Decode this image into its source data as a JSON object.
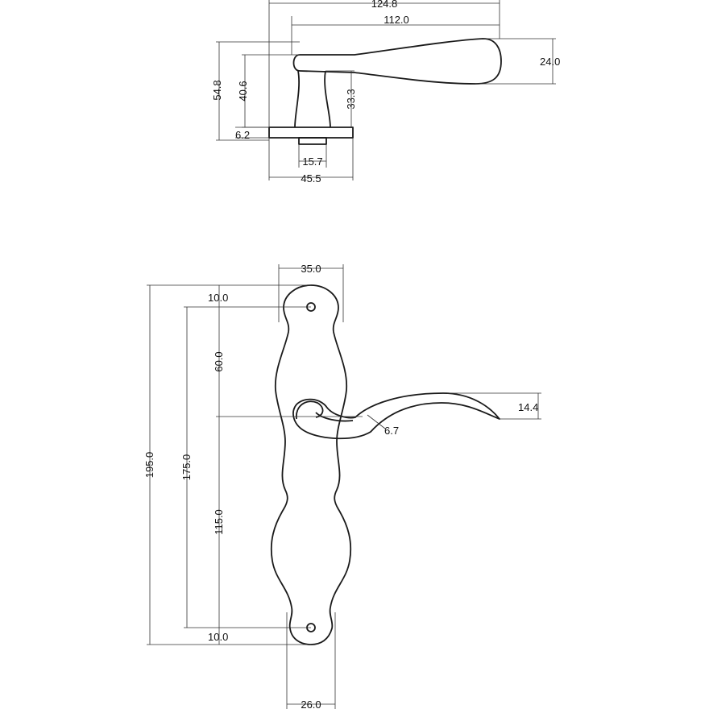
{
  "drawing": {
    "top_view": {
      "dimensions": {
        "overall_length": "124.8",
        "lever_length": "112.0",
        "lever_tip_height": "24.0",
        "total_height": "54.8",
        "lever_height": "40.6",
        "neck_height": "33.3",
        "rose_thickness": "6.2",
        "spindle_width": "15.7",
        "rose_width": "45.5"
      }
    },
    "front_view": {
      "dimensions": {
        "plate_top_width": "35.0",
        "top_hole_offset": "10.0",
        "upper_to_lever": "60.0",
        "overall_height": "195.0",
        "hole_centers": "175.0",
        "lever_to_lower": "115.0",
        "bottom_hole_offset": "10.0",
        "plate_bottom_width": "26.0",
        "lever_tip_height": "14.4",
        "lever_thickness": "6.7"
      }
    }
  }
}
